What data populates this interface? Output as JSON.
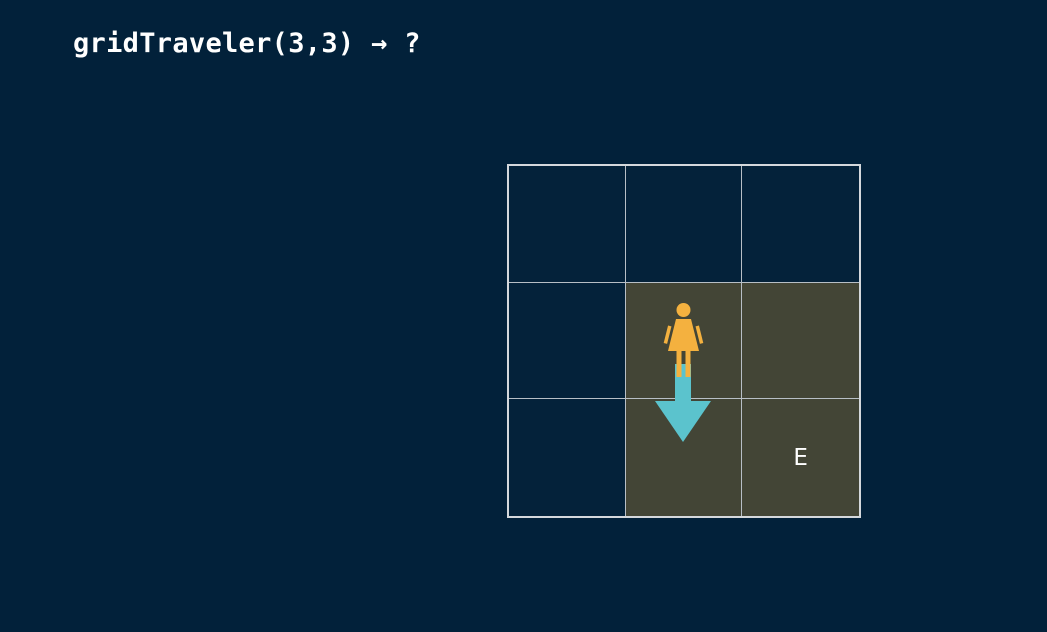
{
  "title": "gridTraveler(3,3) → ?",
  "grid": {
    "rows": 3,
    "cols": 3,
    "highlighted_cells": [
      [
        1,
        1
      ],
      [
        1,
        2
      ],
      [
        2,
        1
      ],
      [
        2,
        2
      ]
    ],
    "traveler_cell": [
      1,
      1
    ],
    "end_cell": [
      2,
      2
    ],
    "end_label": "E",
    "move_direction": "down"
  },
  "colors": {
    "background": "#02213a",
    "grid_line": "#d4d8dc",
    "highlight": "#434536",
    "traveler": "#f4b13f",
    "arrow": "#5bc3cd"
  },
  "icons": {
    "traveler": "traveler-figure-icon",
    "arrow": "arrow-down-icon"
  }
}
